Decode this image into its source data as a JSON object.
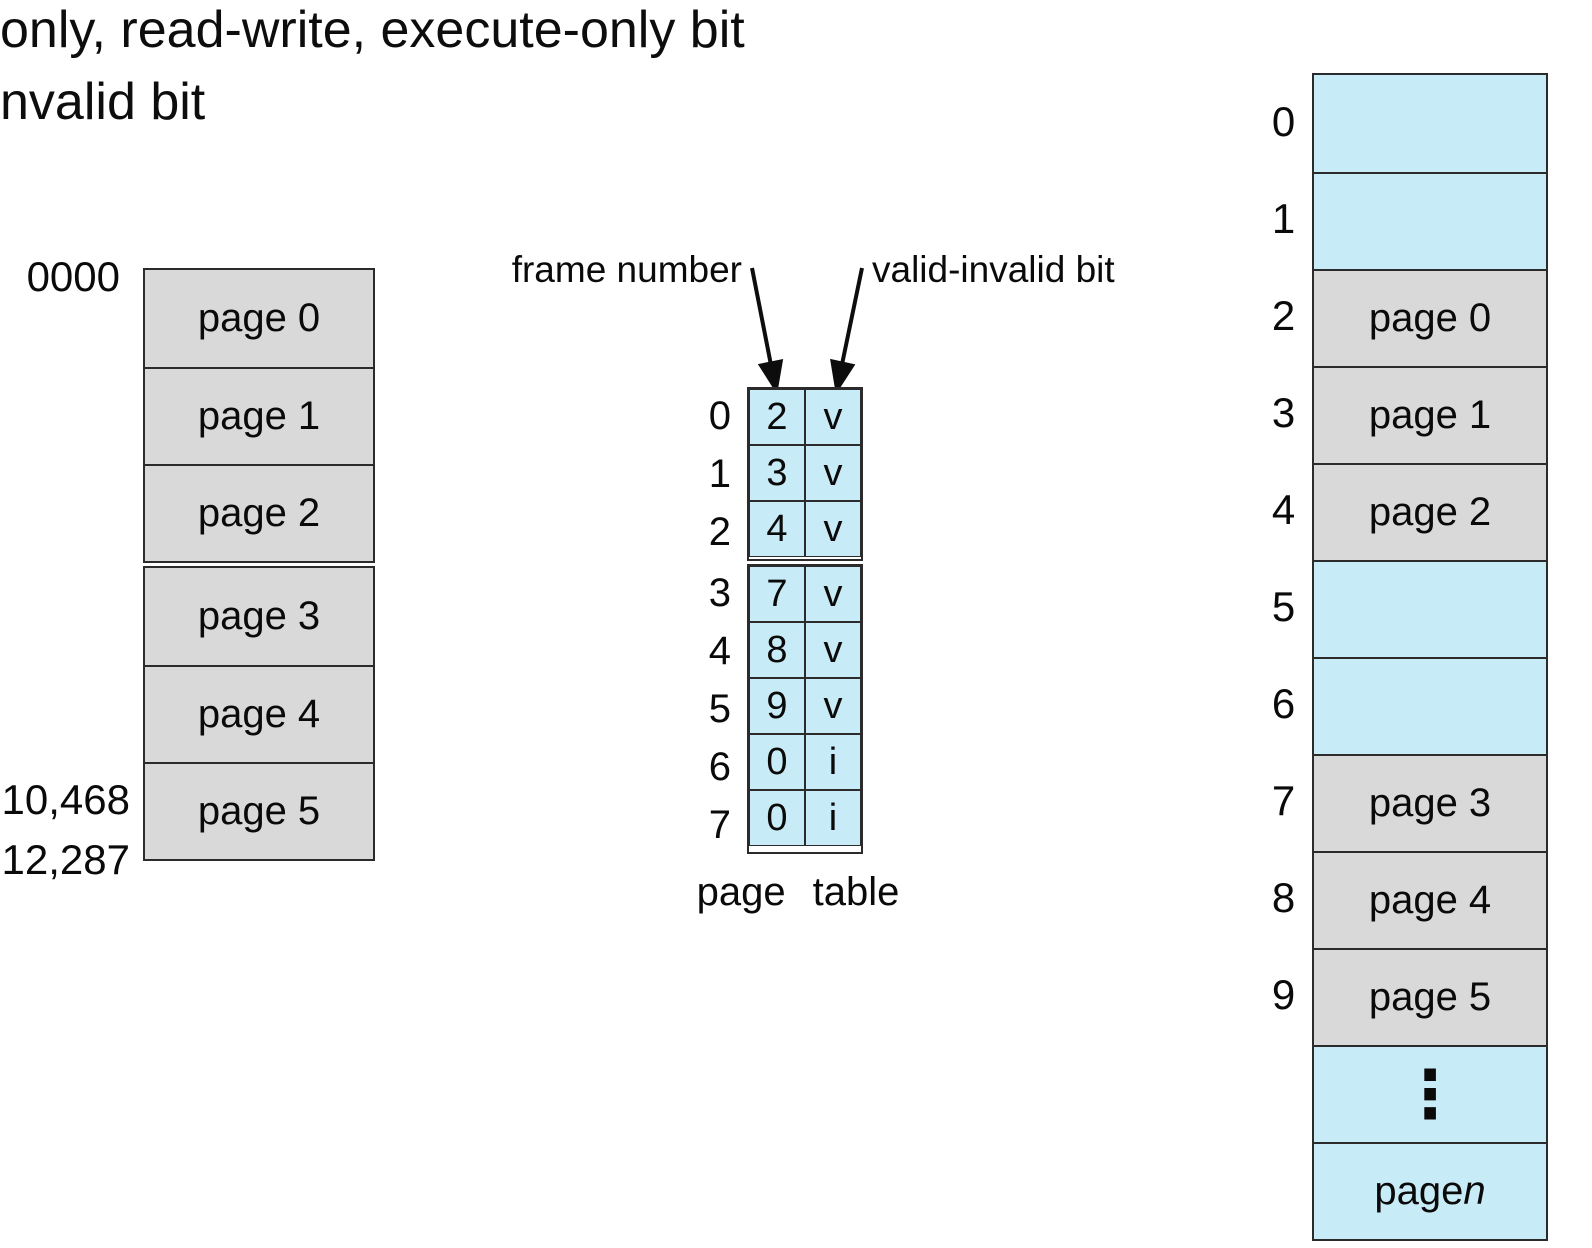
{
  "header": {
    "line1": "only, read-write, execute-only bit",
    "line2": "nvalid bit"
  },
  "logical_memory": {
    "top_address": "0000",
    "addresses": [
      "10,468",
      "12,287"
    ],
    "blocks": [
      [
        "page 0",
        "page 1",
        "page 2"
      ],
      [
        "page 3",
        "page 4",
        "page 5"
      ]
    ]
  },
  "page_table": {
    "caption": "page table",
    "frame_col_label": "frame number",
    "valid_col_label": "valid-invalid bit",
    "blocks": [
      [
        {
          "index": "0",
          "frame": "2",
          "bit": "v"
        },
        {
          "index": "1",
          "frame": "3",
          "bit": "v"
        },
        {
          "index": "2",
          "frame": "4",
          "bit": "v"
        }
      ],
      [
        {
          "index": "3",
          "frame": "7",
          "bit": "v"
        },
        {
          "index": "4",
          "frame": "8",
          "bit": "v"
        },
        {
          "index": "5",
          "frame": "9",
          "bit": "v"
        },
        {
          "index": "6",
          "frame": "0",
          "bit": "i"
        },
        {
          "index": "7",
          "frame": "0",
          "bit": "i"
        }
      ]
    ]
  },
  "physical_memory": {
    "frames": [
      {
        "index": "0",
        "label": "",
        "type": "free"
      },
      {
        "index": "1",
        "label": "",
        "type": "free"
      },
      {
        "index": "2",
        "label": "page 0",
        "type": "used"
      },
      {
        "index": "3",
        "label": "page 1",
        "type": "used"
      },
      {
        "index": "4",
        "label": "page 2",
        "type": "used"
      },
      {
        "index": "5",
        "label": "",
        "type": "free"
      },
      {
        "index": "6",
        "label": "",
        "type": "free"
      },
      {
        "index": "7",
        "label": "page 3",
        "type": "used"
      },
      {
        "index": "8",
        "label": "page 4",
        "type": "used"
      },
      {
        "index": "9",
        "label": "page 5",
        "type": "used"
      },
      {
        "index": "",
        "label": "⋮",
        "type": "dots"
      },
      {
        "index": "",
        "label": "page ",
        "label_italic": "n",
        "type": "free"
      }
    ]
  },
  "colors": {
    "free_frame": "#c8ecf7",
    "used_frame": "#d9d9d9",
    "border": "#2b2b2b",
    "text": "#0a0a0a"
  }
}
